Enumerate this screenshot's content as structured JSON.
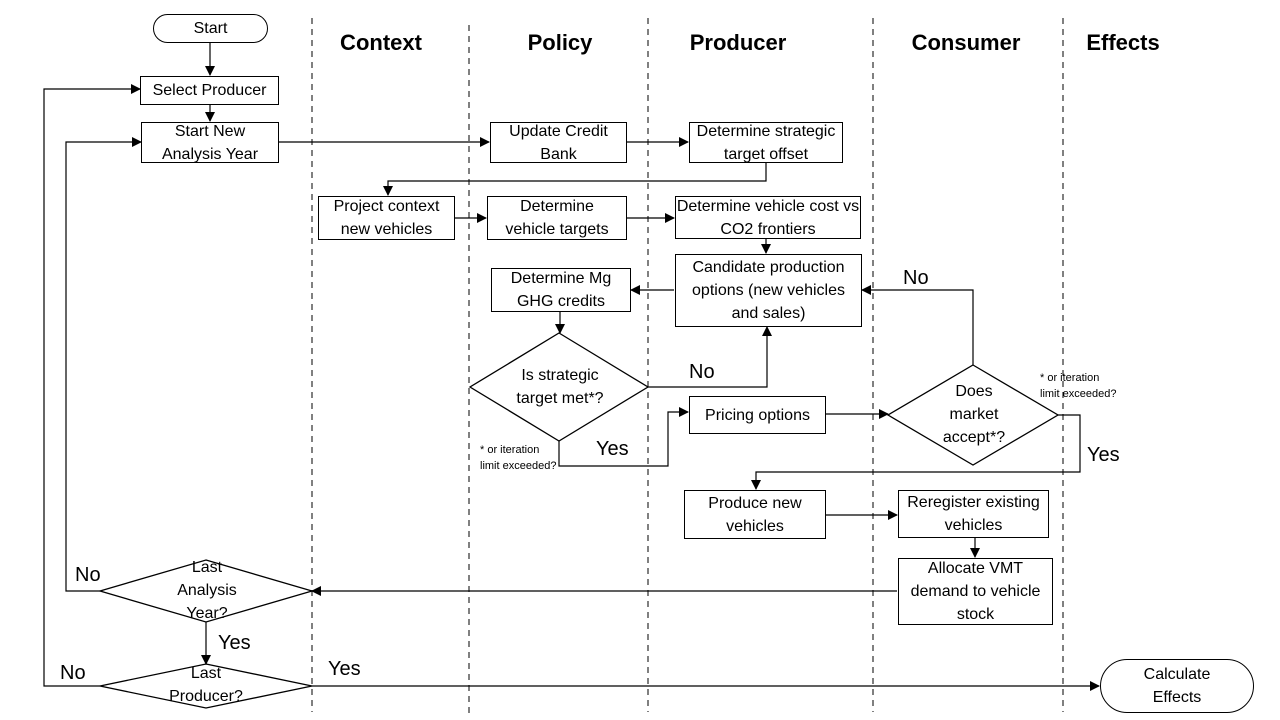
{
  "lanes": {
    "context": "Context",
    "policy": "Policy",
    "producer": "Producer",
    "consumer": "Consumer",
    "effects": "Effects"
  },
  "nodes": {
    "start": "Start",
    "select_producer": "Select Producer",
    "start_year": "Start New Analysis Year",
    "update_credit": "Update Credit Bank",
    "strategic_offset": "Determine strategic target offset",
    "project_context": "Project context new vehicles",
    "vehicle_targets": "Determine vehicle targets",
    "cost_frontiers": "Determine vehicle cost vs CO2 frontiers",
    "candidate_options": "Candidate production options (new vehicles and sales)",
    "mg_credits": "Determine Mg GHG credits",
    "strategic_met": "Is strategic target met*?",
    "pricing": "Pricing options",
    "market_accept": "Does market accept*?",
    "produce": "Produce new vehicles",
    "reregister": "Reregister existing vehicles",
    "allocate_vmt": "Allocate VMT demand to vehicle stock",
    "last_year": "Last Analysis Year?",
    "last_producer": "Last Producer?",
    "calculate": "Calculate Effects"
  },
  "edge_labels": {
    "no_strategic": "No",
    "yes_strategic": "Yes",
    "no_market": "No",
    "yes_market": "Yes",
    "no_year": "No",
    "yes_year": "Yes",
    "no_producer": "No",
    "yes_producer": "Yes"
  },
  "notes": {
    "iteration_policy": "* or iteration\nlimit exceeded?",
    "iteration_market": "* or iteration\nlimit exceeded?"
  }
}
